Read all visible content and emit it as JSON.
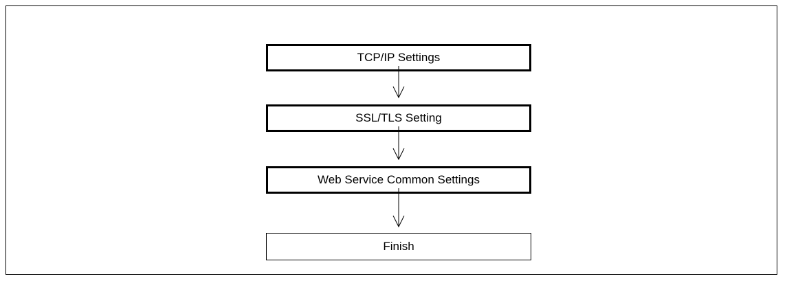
{
  "flowchart": {
    "steps": [
      {
        "label": "TCP/IP Settings"
      },
      {
        "label": "SSL/TLS Setting"
      },
      {
        "label": "Web Service Common Settings"
      },
      {
        "label": "Finish"
      }
    ]
  }
}
